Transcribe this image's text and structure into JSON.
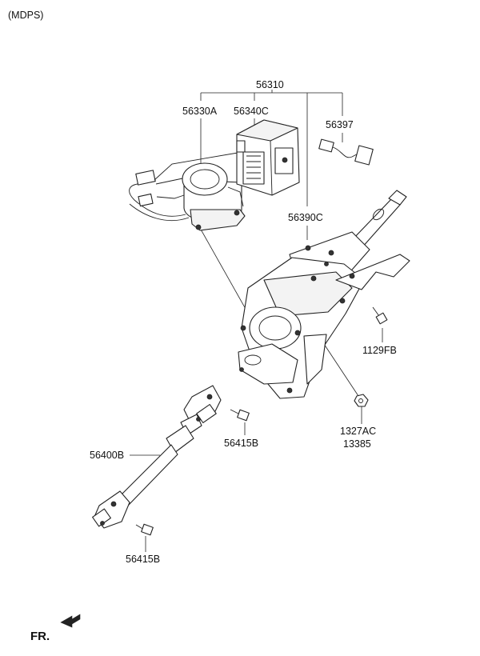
{
  "header": {
    "variant": "(MDPS)"
  },
  "callouts": {
    "assembly": "56310",
    "motor": "56330A",
    "controller": "56340C",
    "connector": "56397",
    "column": "56390C",
    "bolt_right": "1129FB",
    "nut_line1": "1327AC",
    "nut_line2": "13385",
    "bolt_mid": "56415B",
    "shaft": "56400B",
    "bolt_bottom": "56415B"
  },
  "footer": {
    "direction": "FR."
  }
}
